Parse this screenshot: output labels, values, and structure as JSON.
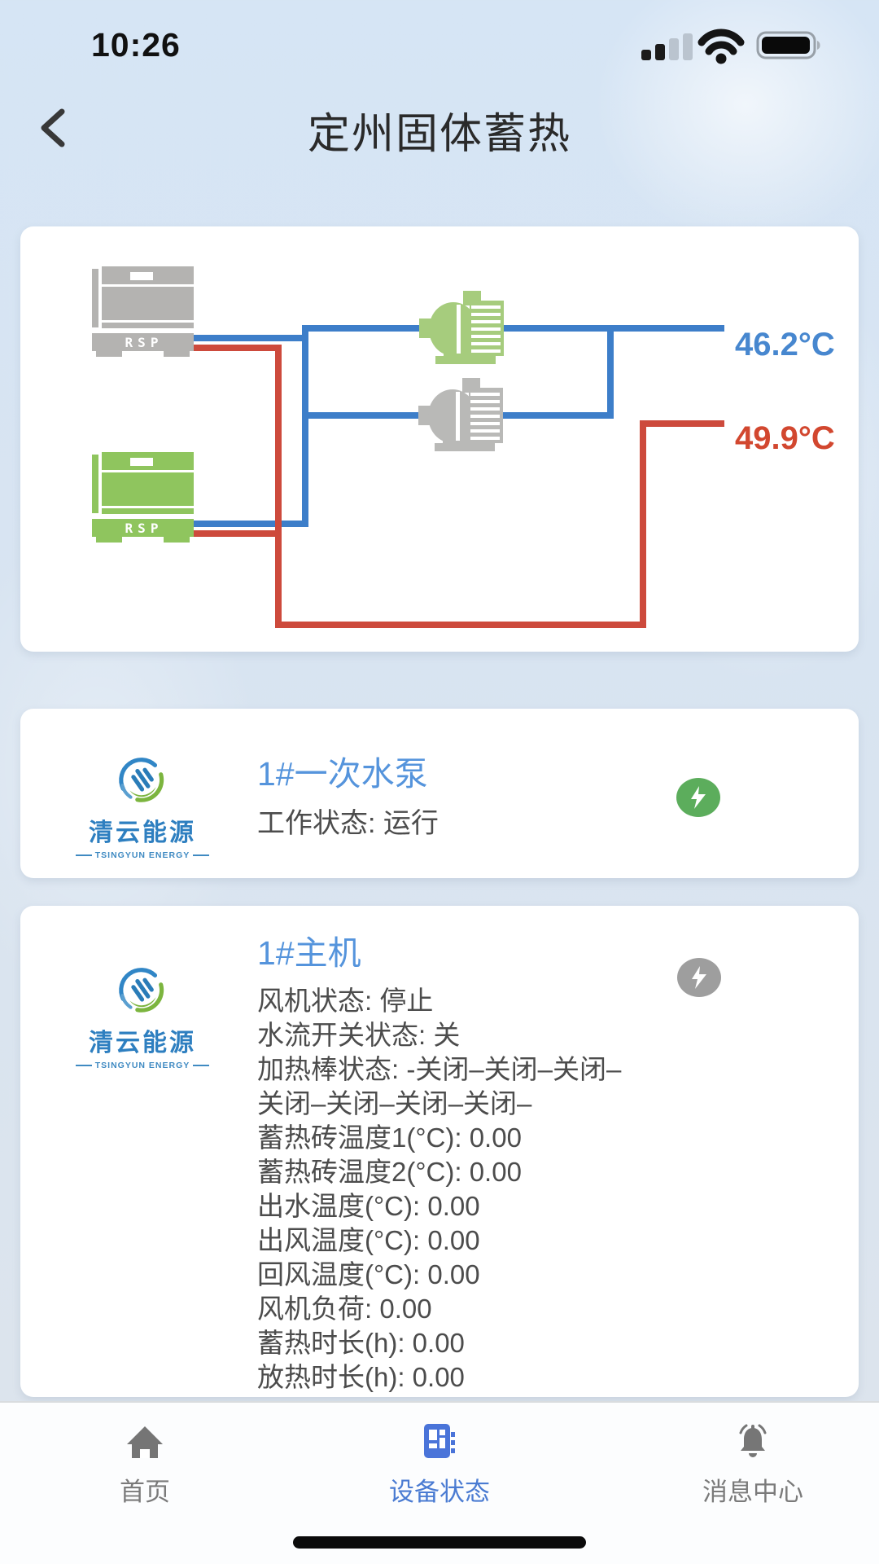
{
  "status_bar": {
    "time": "10:26"
  },
  "header": {
    "title": "定州固体蓄热"
  },
  "diagram": {
    "unit1_label": "RSP",
    "unit2_label": "RSP",
    "supply_temp": "46.2°C",
    "return_temp": "49.9°C"
  },
  "cards": [
    {
      "logo_name": "清云能源",
      "logo_sub": "TSINGYUN ENERGY",
      "title": "1#一次水泵",
      "lines": [
        "工作状态: 运行"
      ],
      "power_state": "on"
    },
    {
      "logo_name": "清云能源",
      "logo_sub": "TSINGYUN ENERGY",
      "title": "1#主机",
      "lines": [
        "风机状态: 停止",
        "水流开关状态: 关",
        "加热棒状态: -关闭–关闭–关闭–关闭–关闭–关闭–关闭–",
        "蓄热砖温度1(°C): 0.00",
        "蓄热砖温度2(°C): 0.00",
        "出水温度(°C): 0.00",
        "出风温度(°C): 0.00",
        "回风温度(°C): 0.00",
        "风机负荷: 0.00",
        "蓄热时长(h): 0.00",
        "放热时长(h): 0.00"
      ],
      "power_state": "off"
    }
  ],
  "tab_bar": {
    "items": [
      {
        "label": "首页",
        "active": false
      },
      {
        "label": "设备状态",
        "active": true
      },
      {
        "label": "消息中心",
        "active": false
      }
    ]
  },
  "colors": {
    "accent_blue": "#4a7bd2",
    "supply_line_blue": "#3d7ec9",
    "return_line_red": "#cd4a3c",
    "supply_temp_blue": "#4787cf",
    "return_temp_red": "#d2472f",
    "running_green": "#5cad5c",
    "stopped_gray": "#9e9e9e"
  }
}
